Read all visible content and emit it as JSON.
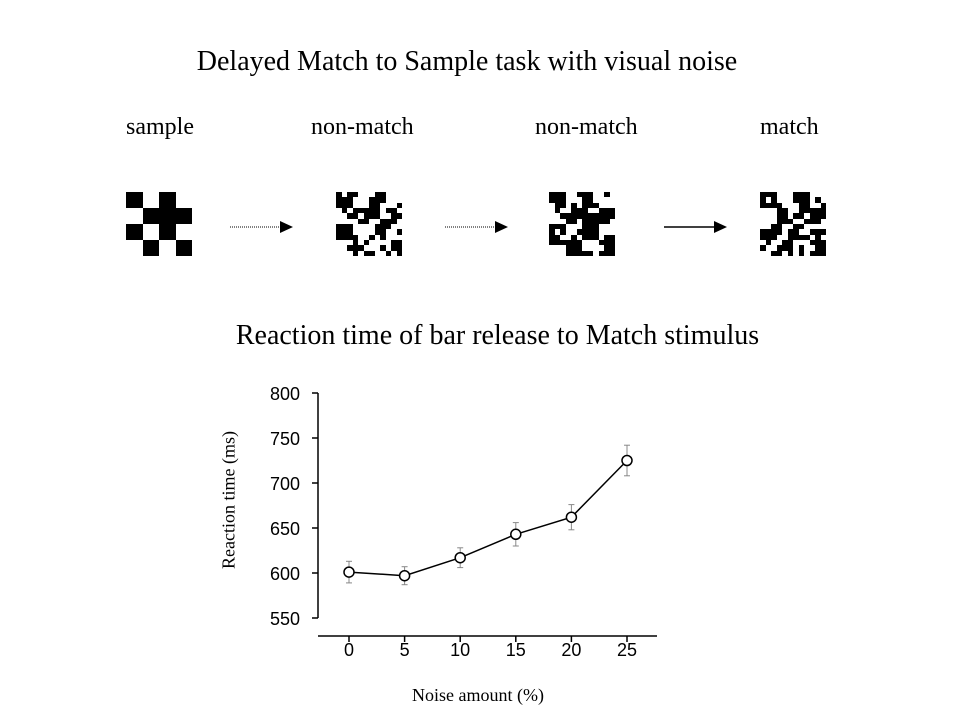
{
  "figure": {
    "title": "Delayed Match to Sample task with visual noise",
    "steps": [
      {
        "label": "sample",
        "noise": 0,
        "seed": 0
      },
      {
        "label": "non-match",
        "noise": 0.2,
        "seed": 11
      },
      {
        "label": "non-match",
        "noise": 0.2,
        "seed": 23
      },
      {
        "label": "match",
        "noise": 0.2,
        "seed": 37
      }
    ],
    "colors": {
      "fill": "#000000",
      "background": "#ffffff",
      "marker_fill": "#ffffff",
      "error_bar": "#888888"
    }
  },
  "chart_data": {
    "type": "line",
    "title": "Reaction time of bar release to Match stimulus",
    "xlabel": "Noise amount (%)",
    "ylabel": "Reaction time (ms)",
    "x": [
      0,
      5,
      10,
      15,
      20,
      25
    ],
    "series": [
      {
        "values": [
          601,
          597,
          617,
          643,
          662,
          725
        ],
        "error": [
          12,
          10,
          11,
          13,
          14,
          17
        ]
      }
    ],
    "ylim": [
      550,
      800
    ],
    "yticks": [
      550,
      600,
      650,
      700,
      750,
      800
    ],
    "xticks": [
      0,
      5,
      10,
      15,
      20,
      25
    ],
    "grid": false,
    "marker": "open-circle"
  }
}
